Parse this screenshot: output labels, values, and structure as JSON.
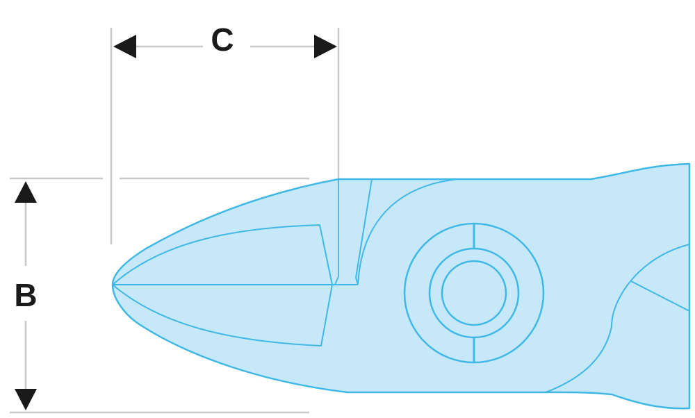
{
  "dimensions": {
    "width_label": "C",
    "height_label": "B"
  },
  "colors": {
    "body_fill": "#c6e8f8",
    "body_stroke": "#3fb8e6",
    "dimension_line": "#c8c8c8",
    "arrow": "#1a1a1a",
    "label": "#1a1a1a"
  },
  "icons": {
    "tool": "cutting-pliers-head"
  }
}
